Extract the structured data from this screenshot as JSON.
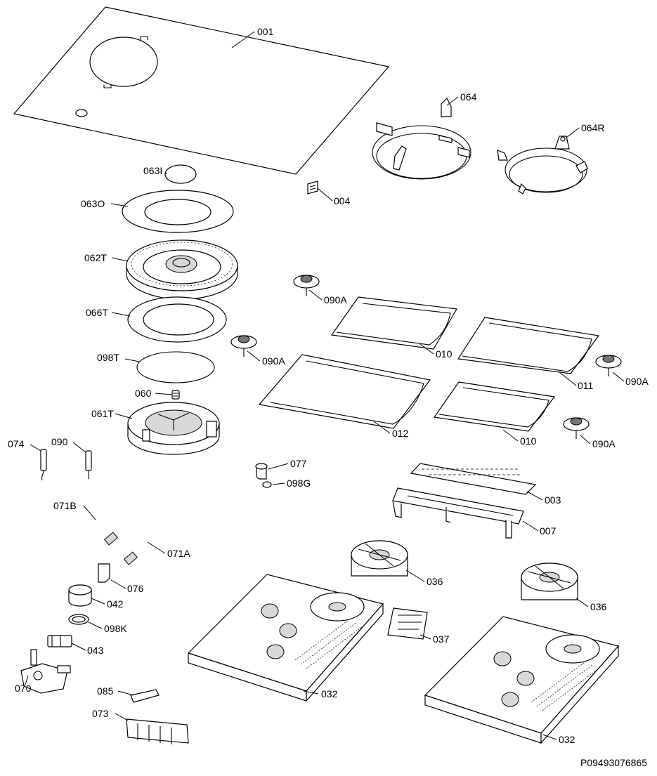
{
  "diagram": {
    "reference": "P09493076865",
    "parts": {
      "p001": "001",
      "p064": "064",
      "p064R": "064R",
      "p063I": "063I",
      "p004": "004",
      "p063O": "063O",
      "p062T": "062T",
      "p090A_1": "090A",
      "p066T": "066T",
      "p010_1": "010",
      "p090A_2": "090A",
      "p098T": "098T",
      "p011": "011",
      "p090A_3": "090A",
      "p060": "060",
      "p012": "012",
      "p061T": "061T",
      "p010_2": "010",
      "p090A_4": "090A",
      "p074": "074",
      "p090": "090",
      "p077": "077",
      "p098G": "098G",
      "p003": "003",
      "p071B": "071B",
      "p007": "007",
      "p071A": "071A",
      "p036_1": "036",
      "p076": "076",
      "p042": "042",
      "p036_2": "036",
      "p098K": "098K",
      "p037": "037",
      "p043": "043",
      "p070": "070",
      "p085": "085",
      "p032_1": "032",
      "p073": "073",
      "p032_2": "032"
    }
  }
}
